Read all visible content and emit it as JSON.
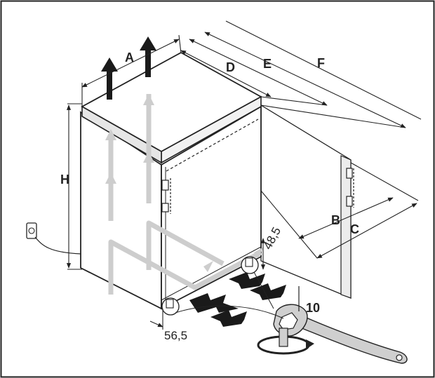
{
  "labels": {
    "A": "A",
    "D": "D",
    "E": "E",
    "F": "F",
    "H": "H",
    "B": "B",
    "C": "C",
    "dim_48_5": "48,5",
    "dim_56_5": "56,5",
    "wrench_size": "10"
  },
  "colors": {
    "line": "#222222",
    "airflow": "#c8c8c8",
    "airflow_dark": "#1a1a1a",
    "cabinet_face": "#ffffff",
    "shadow": "#d6d6d6"
  }
}
